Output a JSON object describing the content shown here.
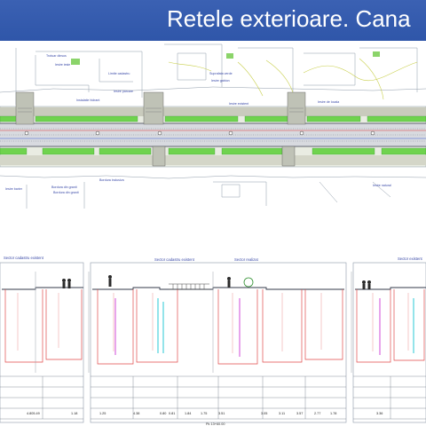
{
  "slide": {
    "title": "Retele exterioare. Cana"
  },
  "plan": {
    "labels": [
      "Trotuar dinsus",
      "Iesire iesie",
      "Limite cadastru",
      "Instalatie hidrant",
      "Iesire parcare",
      "Iesire gabion",
      "Bordura din granit",
      "Bordura inclusiva",
      "Bordura din granit",
      "Iesire existent",
      "Iesire de locala",
      "Iesire barier",
      "Suprafata verde",
      "Iesire natural"
    ]
  },
  "profiles": {
    "labels": [
      "Sector cadastru existent",
      "Sector cadastru existent",
      "Sector realizat",
      "Sector existent",
      "Pk 13+60.00"
    ],
    "values": [
      "4.805.49",
      "1.18",
      "1.25",
      "4.38",
      "0.80",
      "0.81",
      "1.84",
      "1.75",
      "3.51",
      "3.05",
      "3.11",
      "3.57",
      "2.77",
      "1.78",
      "3.36"
    ]
  }
}
